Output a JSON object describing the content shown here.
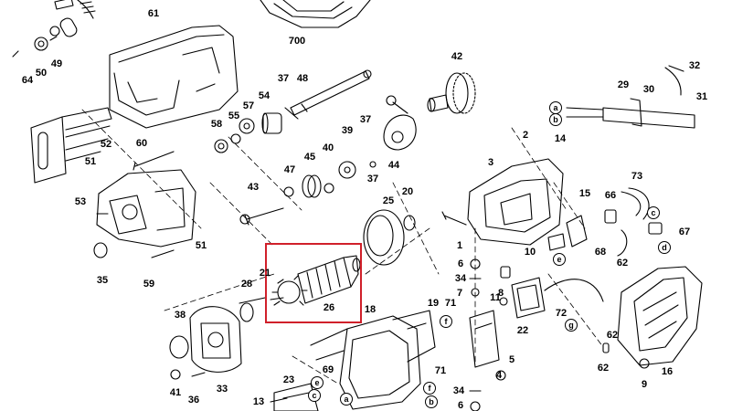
{
  "part_numbers": {
    "p61": "61",
    "p700": "700",
    "p64": "64",
    "p50": "50",
    "p49": "49",
    "p52": "52",
    "p37a": "37",
    "p48": "48",
    "p42": "42",
    "p32": "32",
    "p29": "29",
    "p30": "30",
    "p31": "31",
    "p57": "57",
    "p54": "54",
    "p58": "58",
    "p55": "55",
    "p37b": "37",
    "p39": "39",
    "p44": "44",
    "p60": "60",
    "p2": "2",
    "p14": "14",
    "p3": "3",
    "p51a": "51",
    "p47": "47",
    "p45": "45",
    "p40": "40",
    "p37c": "37",
    "p73": "73",
    "p53": "53",
    "p43": "43",
    "p20": "20",
    "p25": "25",
    "p1": "1",
    "p15": "15",
    "p66": "66",
    "p67": "67",
    "p35": "35",
    "p59": "59",
    "p51b": "51",
    "p21": "21",
    "p26": "26",
    "p28": "28",
    "p10": "10",
    "p68": "68",
    "p6a": "6",
    "p34a": "34",
    "p8": "8",
    "p62a": "62",
    "p7": "7",
    "p38": "38",
    "p71a": "71",
    "p19": "19",
    "p18": "18",
    "p11": "11",
    "p22": "22",
    "p72": "72",
    "p16": "16",
    "p62b": "62",
    "p62c": "62",
    "p9": "9",
    "p41": "41",
    "p36": "36",
    "p33": "33",
    "p23": "23",
    "p13": "13",
    "p69": "69",
    "p71b": "71",
    "p5": "5",
    "p4": "4",
    "p34b": "34",
    "p6b": "6"
  },
  "letters": {
    "a1": "a",
    "b1": "b",
    "c1": "c",
    "d1": "d",
    "e1": "e",
    "f1": "f",
    "g1": "g",
    "e2": "e",
    "f2": "f",
    "c2": "c",
    "a2": "a",
    "b2": "b"
  }
}
